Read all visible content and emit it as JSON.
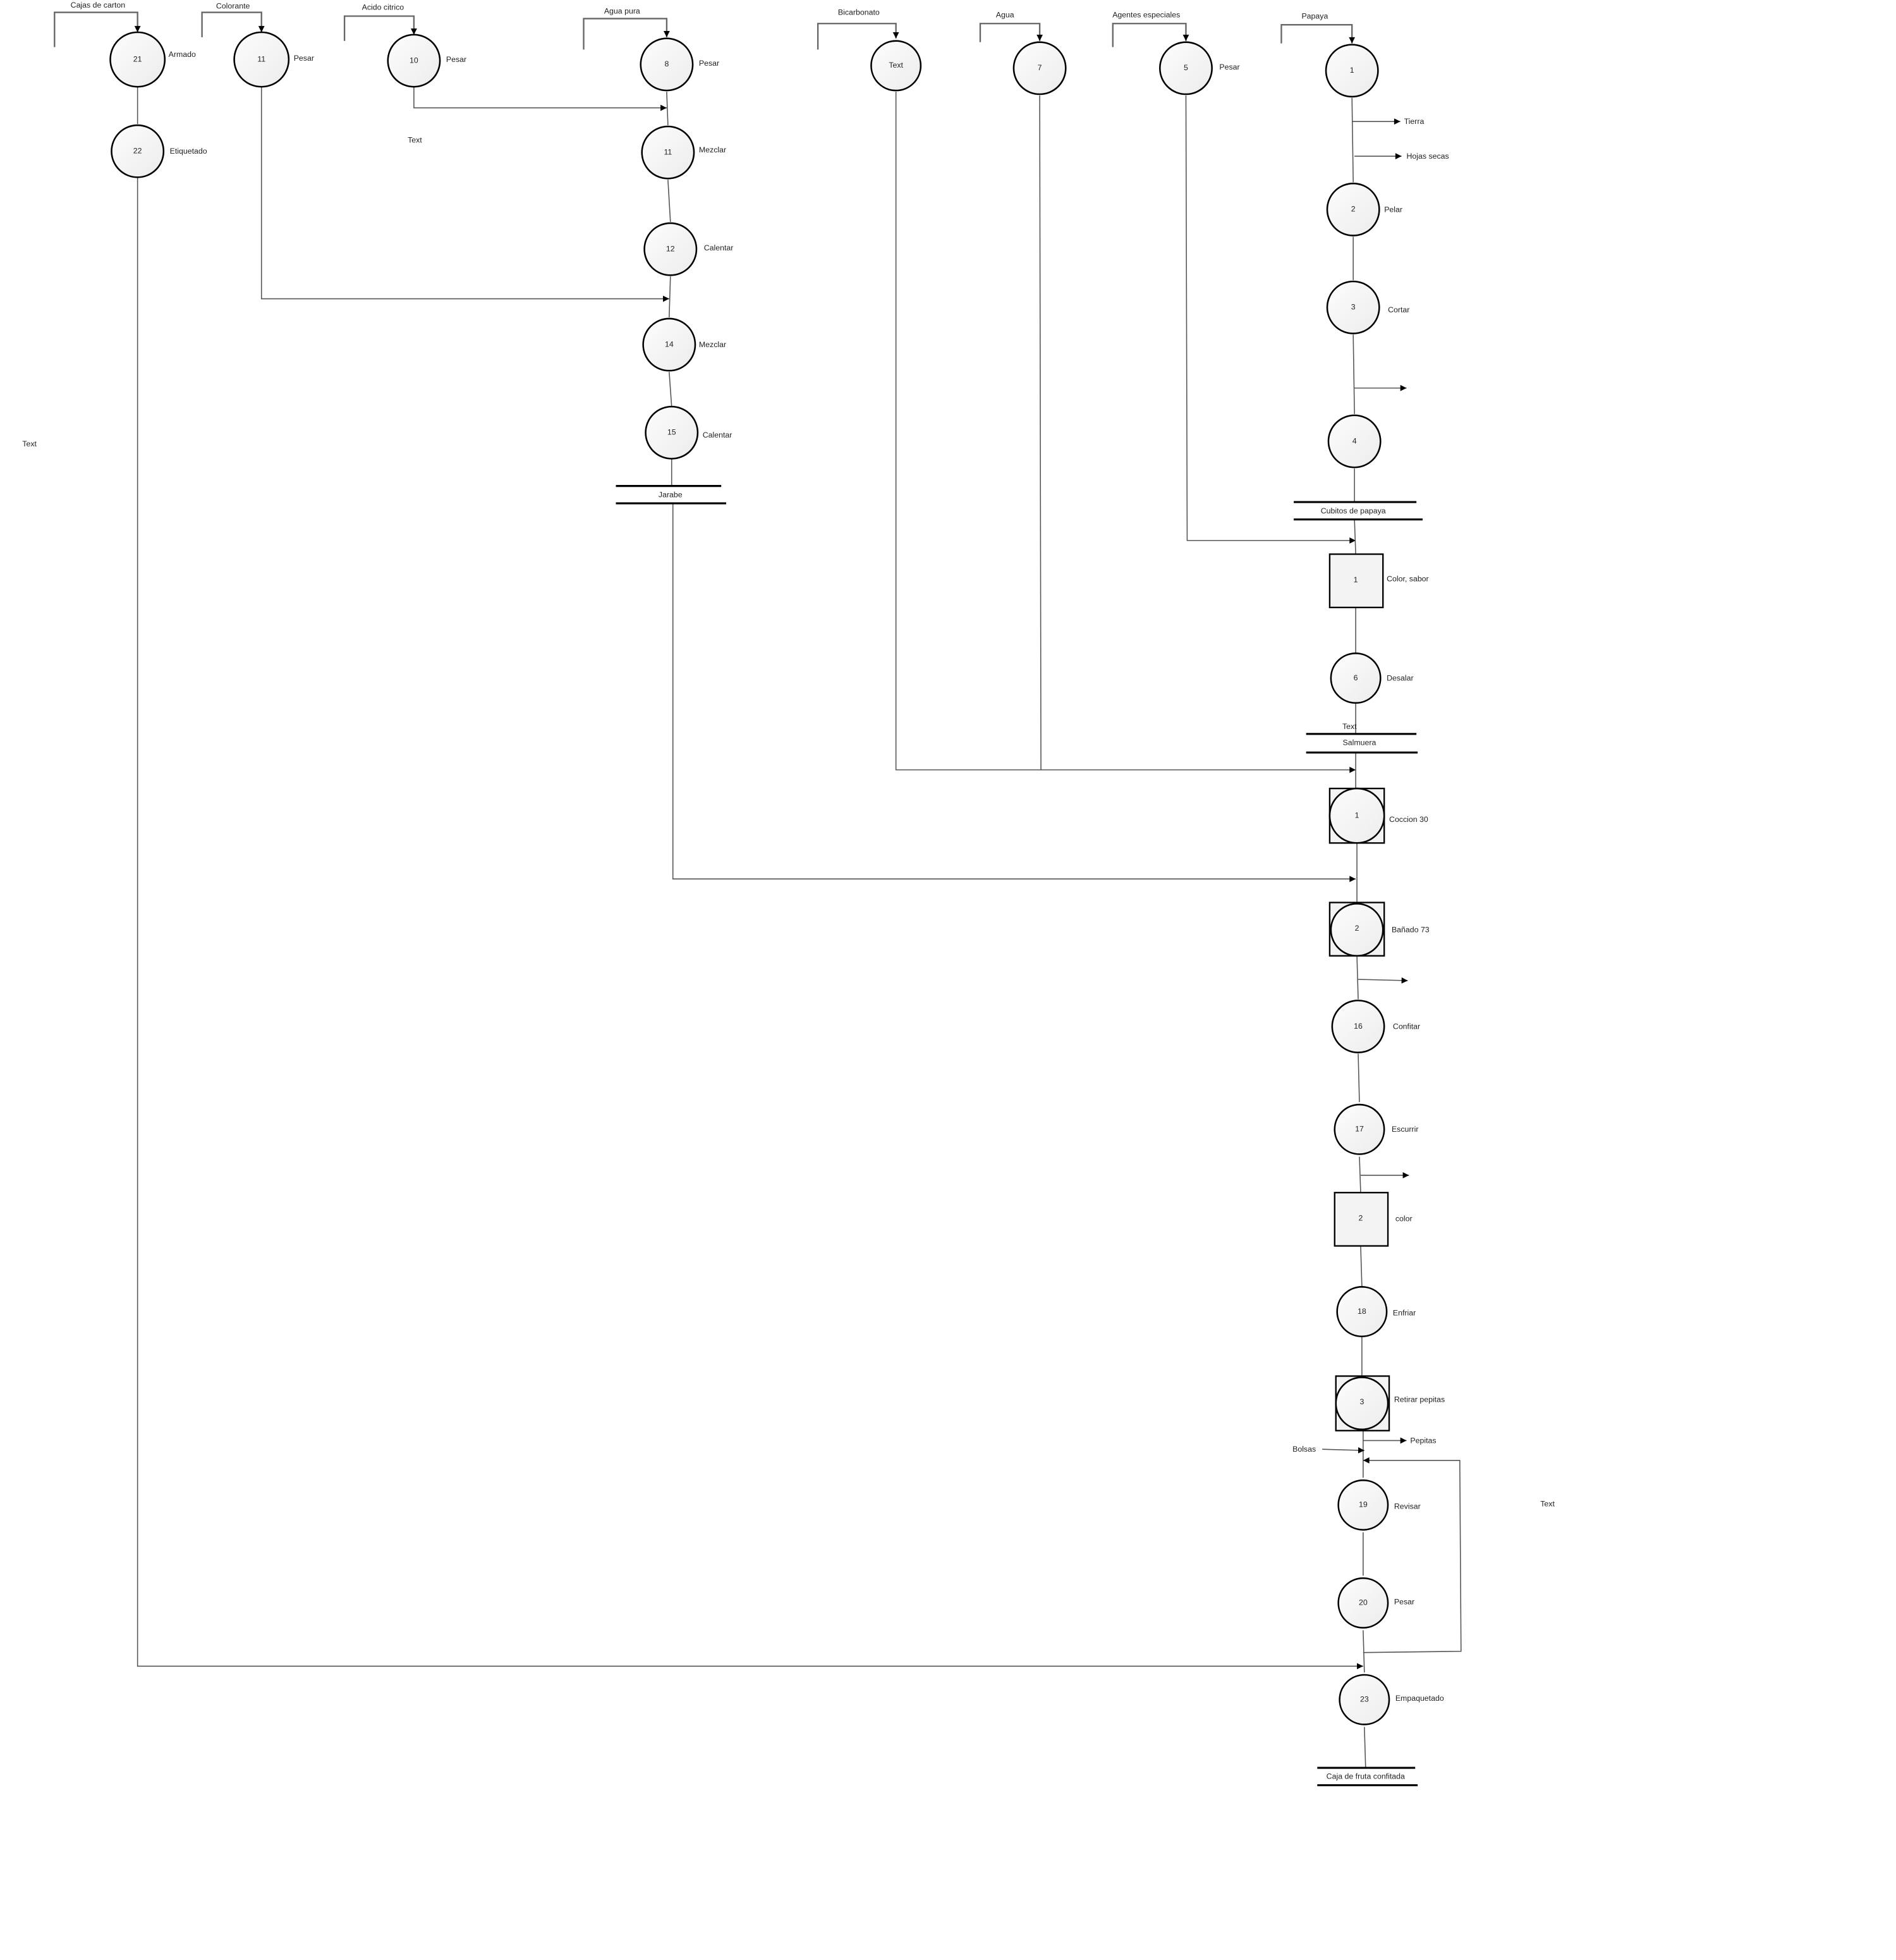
{
  "inputs": {
    "cajas": "Cajas de carton",
    "colorante": "Colorante",
    "acido": "Acido citrico",
    "agua_pura": "Agua pura",
    "bicarbonato": "Bicarbonato",
    "agua": "Agua",
    "agentes": "Agentes especiales",
    "papaya": "Papaya",
    "bolsas": "Bolsas"
  },
  "ops": {
    "n21": {
      "num": "21",
      "label": "Armado"
    },
    "n22": {
      "num": "22",
      "label": "Etiquetado"
    },
    "n11a": {
      "num": "11",
      "label": "Pesar"
    },
    "n10": {
      "num": "10",
      "label": "Pesar"
    },
    "n8": {
      "num": "8",
      "label": "Pesar"
    },
    "n11b": {
      "num": "11",
      "label": "Mezclar"
    },
    "n12": {
      "num": "12",
      "label": "Calentar"
    },
    "n14": {
      "num": "14",
      "label": "Mezclar"
    },
    "n15": {
      "num": "15",
      "label": "Calentar"
    },
    "bicarb": {
      "num": "Text"
    },
    "n7": {
      "num": "7"
    },
    "n5": {
      "num": "5",
      "label": "Pesar"
    },
    "n1": {
      "num": "1"
    },
    "n2": {
      "num": "2",
      "label": "Pelar"
    },
    "n3": {
      "num": "3",
      "label": "Cortar"
    },
    "n4": {
      "num": "4"
    },
    "i1": {
      "num": "1",
      "label": "Color, sabor"
    },
    "n6": {
      "num": "6",
      "label": "Desalar"
    },
    "c1": {
      "num": "1",
      "label": "Coccion 30"
    },
    "c2": {
      "num": "2",
      "label": "Bañado 73"
    },
    "n16": {
      "num": "16",
      "label": "Confitar"
    },
    "n17": {
      "num": "17",
      "label": "Escurrir"
    },
    "i2": {
      "num": "2",
      "label": "color"
    },
    "n18": {
      "num": "18",
      "label": "Enfriar"
    },
    "c3": {
      "num": "3",
      "label": "Retirar pepitas"
    },
    "n19": {
      "num": "19",
      "label": "Revisar"
    },
    "n20": {
      "num": "20",
      "label": "Pesar"
    },
    "n23": {
      "num": "23",
      "label": "Empaquetado"
    }
  },
  "outputs": {
    "tierra": "Tierra",
    "hojas": "Hojas secas",
    "pepitas": "Pepitas"
  },
  "storages": {
    "jarabe": "Jarabe",
    "cubitos": "Cubitos de papaya",
    "salmuera": "Salmuera",
    "caja": "Caja de fruta confitada"
  },
  "annotations": {
    "left": "Text",
    "mid": "Text",
    "salmuera_top": "Text",
    "right": "Text"
  }
}
